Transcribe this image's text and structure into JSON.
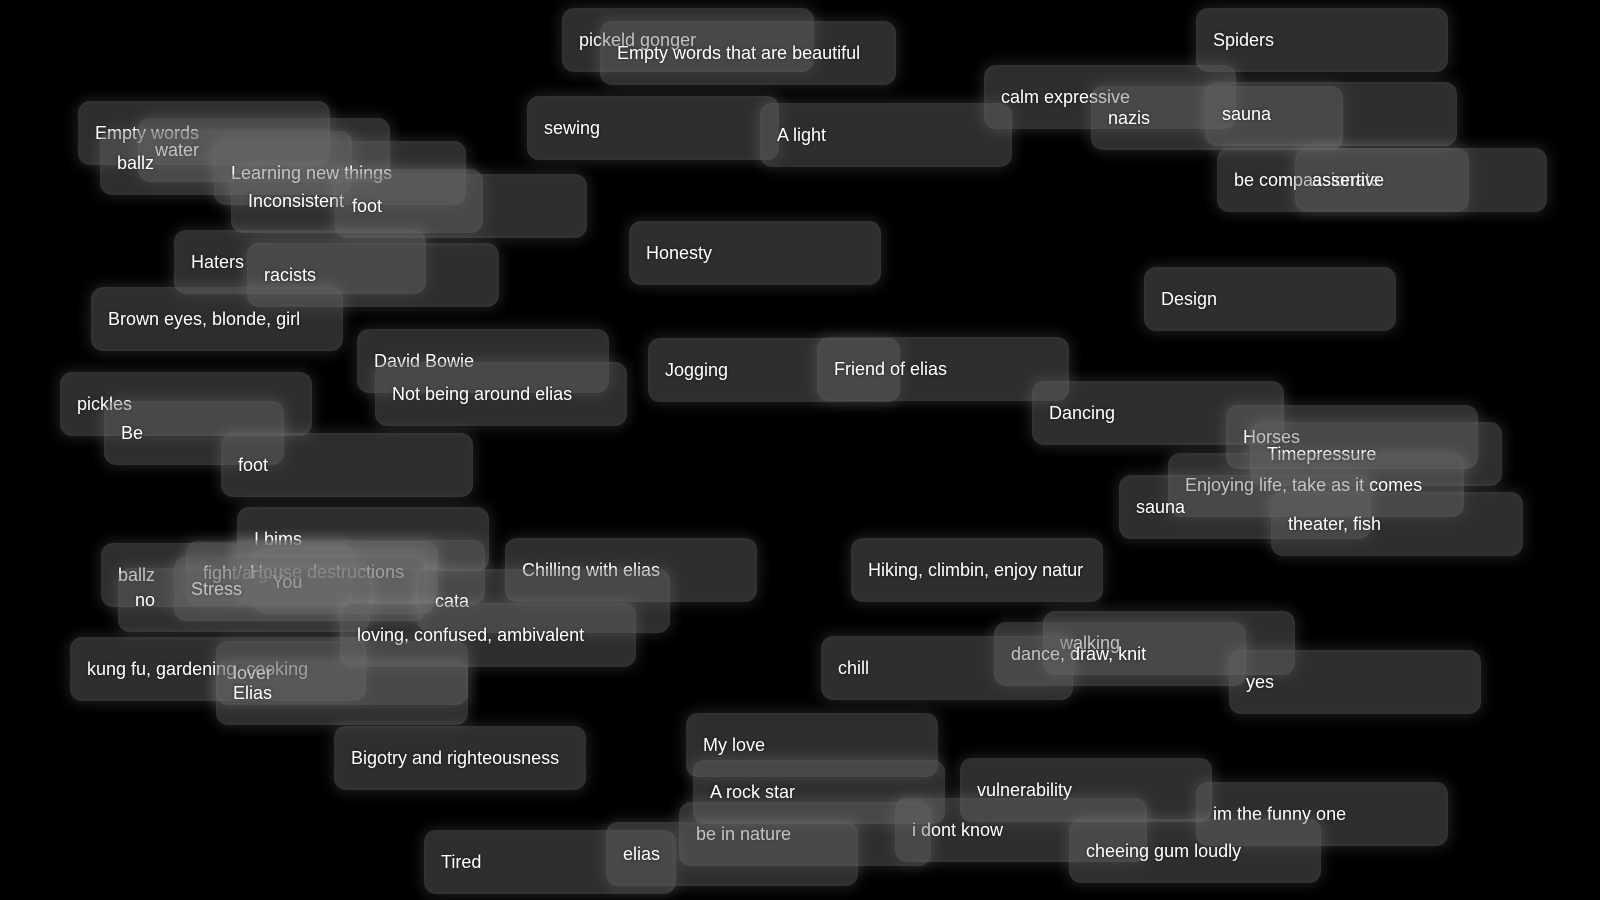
{
  "canvas": {
    "background": "#000000",
    "card_color": "#6e6e6e",
    "text_color": "#ffffff"
  },
  "cards": [
    {
      "label": "pickeld gonger"
    },
    {
      "label": "Empty words that are beautiful"
    },
    {
      "label": "Spiders"
    },
    {
      "label": "sewing"
    },
    {
      "label": "A light"
    },
    {
      "label": "calm expressive"
    },
    {
      "label": "nazis"
    },
    {
      "label": "sauna"
    },
    {
      "label": "be compassionate"
    },
    {
      "label": "assertive"
    },
    {
      "label": "Empty words"
    },
    {
      "label": "water"
    },
    {
      "label": "ballz"
    },
    {
      "label": "Learning new things"
    },
    {
      "label": "Inconsistent"
    },
    {
      "label": "foot"
    },
    {
      "label": "Honesty"
    },
    {
      "label": "Haters"
    },
    {
      "label": "racists"
    },
    {
      "label": "Design"
    },
    {
      "label": "Brown eyes, blonde, girl"
    },
    {
      "label": "David Bowie"
    },
    {
      "label": "Not being around elias"
    },
    {
      "label": "Jogging"
    },
    {
      "label": "Friend of elias"
    },
    {
      "label": "pickles"
    },
    {
      "label": "Be"
    },
    {
      "label": "Dancing"
    },
    {
      "label": "Horses"
    },
    {
      "label": "Timepressure"
    },
    {
      "label": "foot"
    },
    {
      "label": "Enjoying life, take as it comes"
    },
    {
      "label": "sauna"
    },
    {
      "label": "theater, fish"
    },
    {
      "label": "I bims"
    },
    {
      "label": "ballz"
    },
    {
      "label": "fight/argue"
    },
    {
      "label": "House destructions"
    },
    {
      "label": "You"
    },
    {
      "label": "Stress"
    },
    {
      "label": "Chilling with elias"
    },
    {
      "label": "Hiking, climbin, enjoy natur"
    },
    {
      "label": "no"
    },
    {
      "label": "cata"
    },
    {
      "label": "loving, confused, ambivalent"
    },
    {
      "label": "walking"
    },
    {
      "label": "dance, draw, knit"
    },
    {
      "label": "kung fu, gardening, cooking"
    },
    {
      "label": "lover"
    },
    {
      "label": "chill"
    },
    {
      "label": "Elias"
    },
    {
      "label": "yes"
    },
    {
      "label": "Bigotry and righteousness"
    },
    {
      "label": "My love"
    },
    {
      "label": "A rock star"
    },
    {
      "label": "vulnerability"
    },
    {
      "label": "im the funny one"
    },
    {
      "label": "i dont know"
    },
    {
      "label": "be in nature"
    },
    {
      "label": "cheeing gum loudly"
    },
    {
      "label": "Tired"
    },
    {
      "label": "elias"
    }
  ]
}
